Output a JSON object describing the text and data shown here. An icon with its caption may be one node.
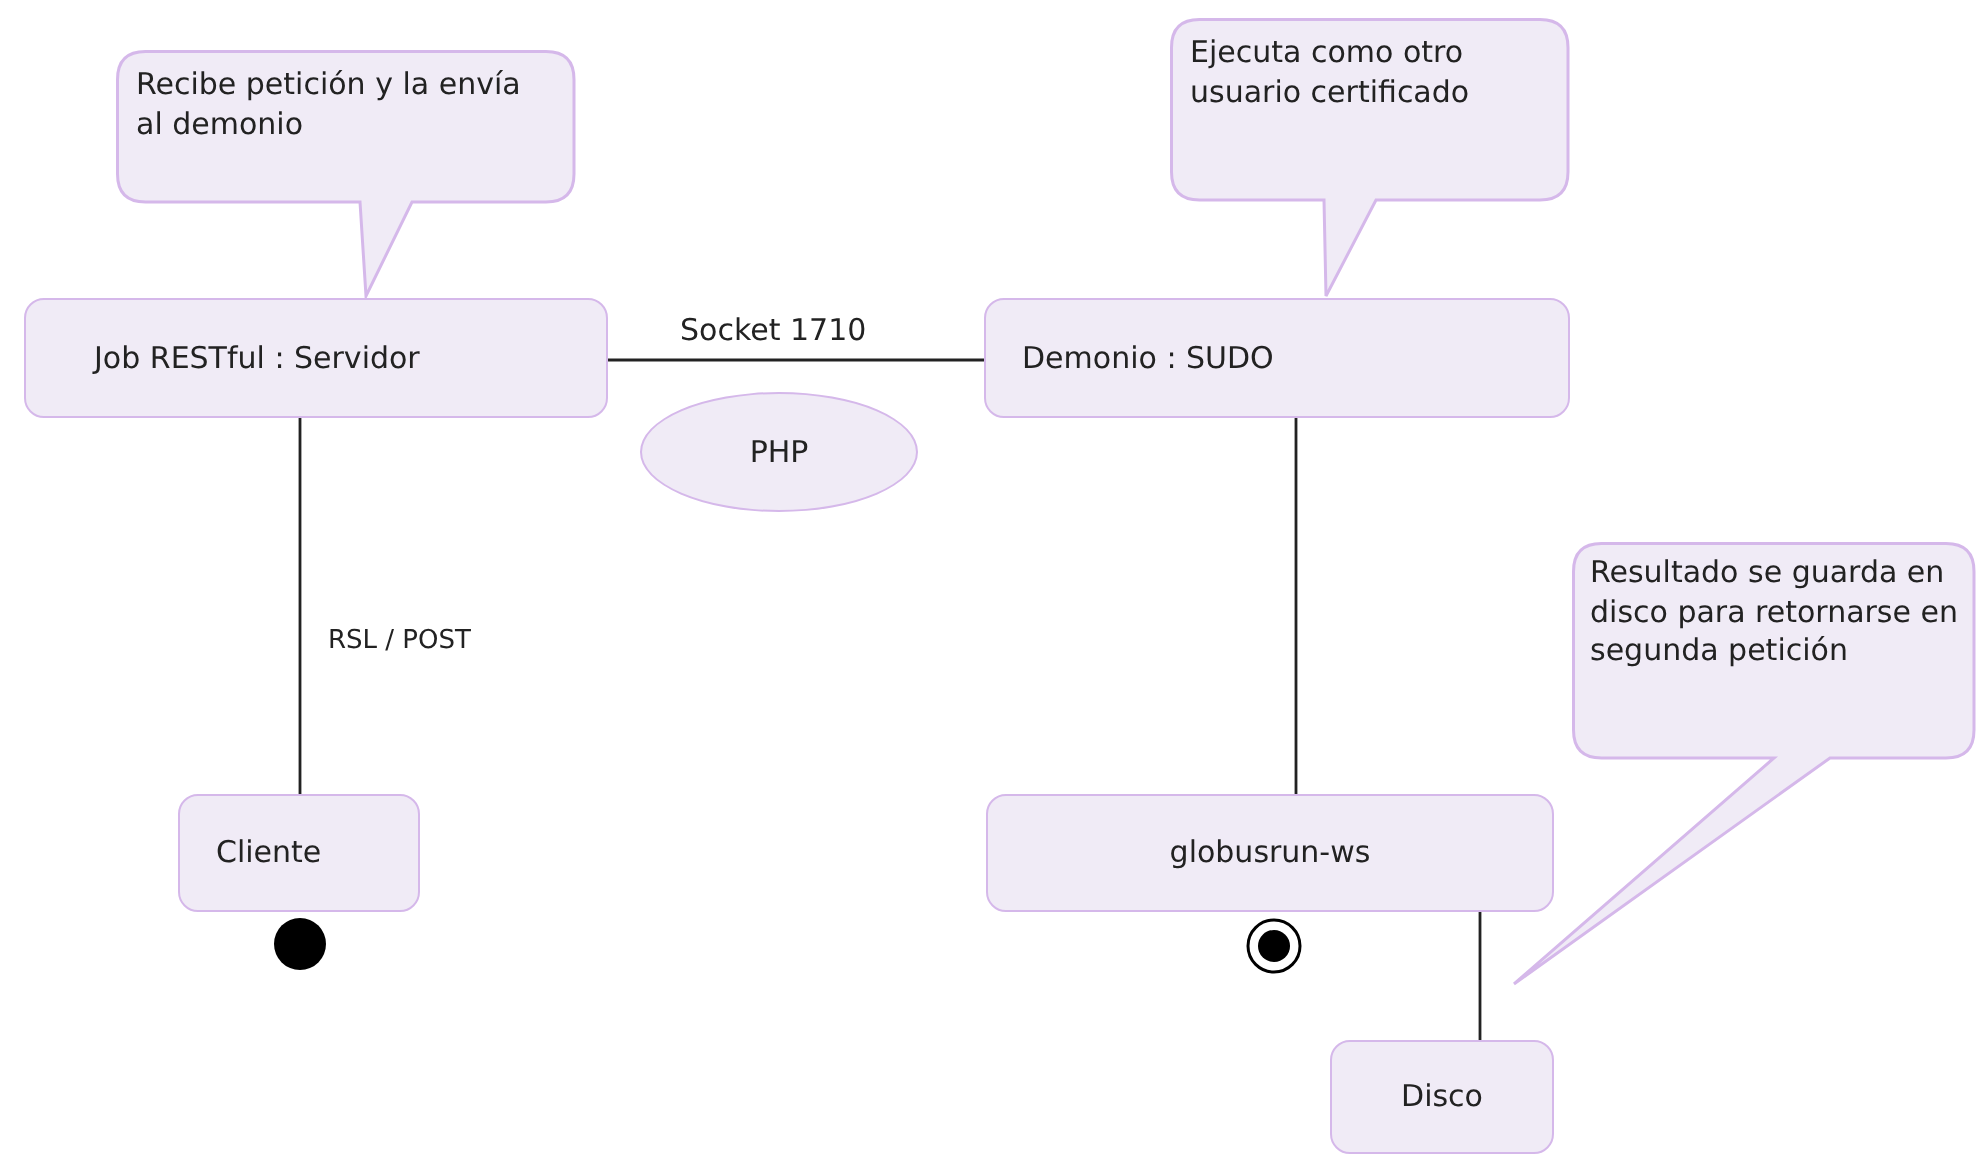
{
  "diagram": {
    "nodes": [
      {
        "text": [
          "Recibe petición y la envía al demonio"
        ]
      },
      {
        "text": [
          "Ejecuta como otro usuario certificado"
        ]
      },
      {
        "text": [
          "Job RESTful : Servidor"
        ]
      },
      {
        "text": [
          "Demonio : SUDO"
        ]
      },
      {
        "text": [
          "PHP"
        ]
      },
      {
        "text": [
          "Resultado se guarda en disco para retornarse en segunda petición"
        ]
      },
      {
        "text": [
          "Cliente"
        ]
      },
      {
        "text": [
          "globusrun-ws"
        ]
      },
      {
        "text": [
          "Disco"
        ]
      },
      {
        "text": [],
        "shape": "circle"
      },
      {
        "text": [],
        "shape": "bullseye"
      }
    ],
    "edges": [
      {
        "from": 2,
        "to": 3,
        "arrow": "none",
        "label": "Socket 1710"
      },
      {
        "from": 2,
        "to": 6,
        "arrow": "none",
        "label": "RSL / POST"
      },
      {
        "from": 3,
        "to": 7,
        "arrow": "none"
      },
      {
        "from": 7,
        "to": 8,
        "arrow": "none"
      }
    ]
  }
}
